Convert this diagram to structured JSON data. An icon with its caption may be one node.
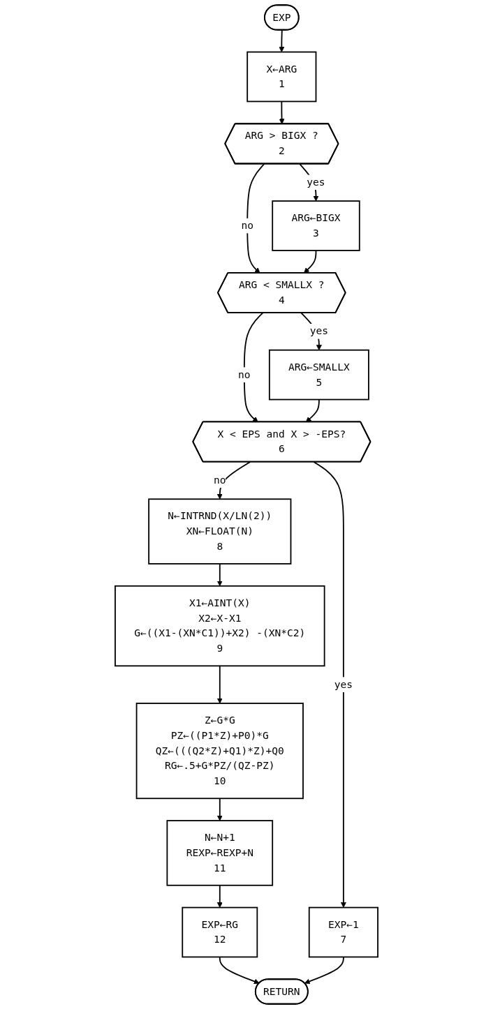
{
  "diagram": {
    "nodes": [
      {
        "text": [
          "EXP"
        ]
      },
      {
        "text": [
          "X←ARG",
          "1"
        ]
      },
      {
        "text": [
          "ARG > BIGX ?",
          "2"
        ]
      },
      {
        "text": [
          "ARG←BIGX",
          "3"
        ]
      },
      {
        "text": [
          "ARG < SMALLX ?",
          "4"
        ]
      },
      {
        "text": [
          "ARG←SMALLX",
          "5"
        ]
      },
      {
        "text": [
          "X < EPS and X > -EPS?",
          "6"
        ]
      },
      {
        "text": [
          "EXP←1",
          "7"
        ]
      },
      {
        "text": [
          "N←INTRND(X/LN(2))",
          "XN←FLOAT(N)",
          "8"
        ]
      },
      {
        "text": [
          "X1←AINT(X)",
          "X2←X-X1",
          "G←((X1-(XN*C1))+X2) -(XN*C2)",
          "9"
        ]
      },
      {
        "text": [
          "Z←G*G",
          "PZ←((P1*Z)+P0)*G",
          "QZ←(((Q2*Z)+Q1)*Z)+Q0",
          "RG←.5+G*PZ/(QZ-PZ)",
          "10"
        ]
      },
      {
        "text": [
          "N←N+1",
          "REXP←REXP+N",
          "11"
        ]
      },
      {
        "text": [
          "EXP←RG",
          "12"
        ]
      },
      {
        "text": [
          "RETURN"
        ]
      }
    ],
    "edges": [
      {
        "from": 0,
        "to": 1,
        "arrow": "to"
      },
      {
        "from": 1,
        "to": 2,
        "arrow": "to"
      },
      {
        "from": 2,
        "to": 3,
        "label": "yes",
        "arrow": "to"
      },
      {
        "from": 2,
        "to": 4,
        "label": "no",
        "arrow": "to"
      },
      {
        "from": 3,
        "to": 4,
        "arrow": "to"
      },
      {
        "from": 4,
        "to": 5,
        "label": "yes",
        "arrow": "to"
      },
      {
        "from": 4,
        "to": 6,
        "label": "no",
        "arrow": "to"
      },
      {
        "from": 5,
        "to": 6,
        "arrow": "to"
      },
      {
        "from": 6,
        "to": 7,
        "label": "yes",
        "arrow": "to"
      },
      {
        "from": 6,
        "to": 8,
        "label": "no",
        "arrow": "to"
      },
      {
        "from": 8,
        "to": 9,
        "arrow": "to"
      },
      {
        "from": 9,
        "to": 10,
        "arrow": "to"
      },
      {
        "from": 10,
        "to": 11,
        "arrow": "to"
      },
      {
        "from": 11,
        "to": 12,
        "arrow": "to"
      },
      {
        "from": 12,
        "to": 13,
        "arrow": "to"
      },
      {
        "from": 7,
        "to": 13,
        "arrow": "to"
      }
    ]
  }
}
